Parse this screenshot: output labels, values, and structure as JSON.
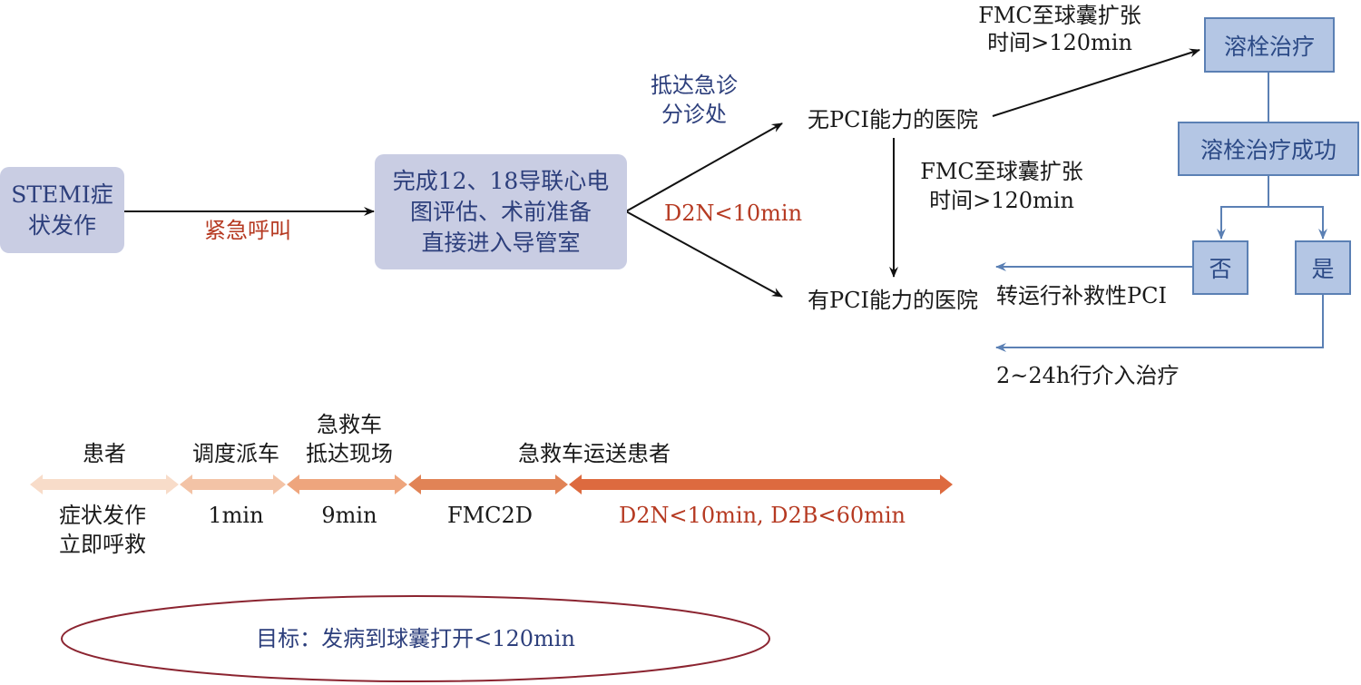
{
  "flow": {
    "onset_box": [
      "STEMI症",
      "状发作"
    ],
    "call_label": "紧急呼叫",
    "ecg_box": [
      "完成12、18导联心电",
      "图评估、术前准备",
      "直接进入导管室"
    ],
    "arrive_label": [
      "抵达急诊",
      "分诊处"
    ],
    "d2n_label": "D2N<10min",
    "no_pci_hospital": "无PCI能力的医院",
    "pci_hospital": "有PCI能力的医院",
    "fmc_top": [
      "FMC至球囊扩张",
      "时间>120min"
    ],
    "fmc_mid": [
      "FMC至球囊扩张",
      "时间>120min"
    ],
    "thrombolysis": "溶栓治疗",
    "thrombolysis_success": "溶栓治疗成功",
    "no": "否",
    "yes": "是",
    "rescue_pci": "转运行补救性PCI",
    "intervention": "2~24h行介入治疗"
  },
  "timeline": {
    "stages": [
      {
        "top": "患者",
        "bottom": [
          "症状发作",
          "立即呼救"
        ],
        "color": "#f8dcc9"
      },
      {
        "top": "调度派车",
        "bottom": [
          "1min"
        ],
        "color": "#f3c3a6"
      },
      {
        "top": [
          "急救车",
          "抵达现场"
        ],
        "bottom": [
          "9min"
        ],
        "color": "#eea57d"
      },
      {
        "top": "急救车运送患者",
        "bottom": [
          "FMC2D"
        ],
        "color": "#e18356"
      },
      {
        "top": "",
        "bottom": [
          "D2N<10min, D2B<60min"
        ],
        "color": "#dd6a3f"
      }
    ]
  },
  "goal": {
    "text": "目标：发病到球囊打开<120min"
  },
  "colors": {
    "arrow_dark": "#111111",
    "arrow_blue": "#5b80b4",
    "ellipse_stroke": "#8b2430",
    "goal_text": "#2d3f7c"
  }
}
